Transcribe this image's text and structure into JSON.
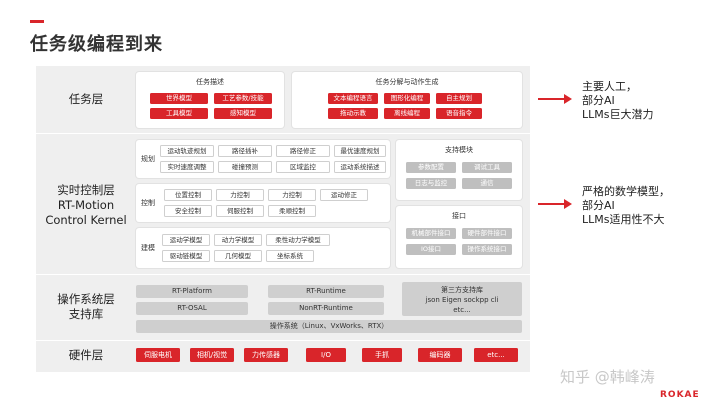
{
  "title": "任务级编程到来",
  "layers": {
    "task": "任务层",
    "realtime": [
      "实时控制层",
      "RT-Motion",
      "Control Kernel"
    ],
    "os": [
      "操作系统层",
      "支持库"
    ],
    "hardware": "硬件层"
  },
  "task_layer": {
    "desc_title": "任务描述",
    "desc_items": [
      "世界模型",
      "工艺参数/技能",
      "工具模型",
      "感知模型"
    ],
    "gen_title": "任务分解与动作生成",
    "gen_items": [
      "文本编程语言",
      "图形化编程",
      "自主规划",
      "拖动示教",
      "离线编程",
      "语音指令"
    ]
  },
  "rt_layer": {
    "plan_label": "规划",
    "plan_row1": [
      "运动轨迹规划",
      "路径插补",
      "路径修正",
      "最优速度规划"
    ],
    "plan_row2": [
      "实时速度调整",
      "碰撞预测",
      "区域监控",
      "运动系统描述"
    ],
    "control_label": "控制",
    "control_row1": [
      "位置控制",
      "力控制",
      "力控制",
      "运动修正"
    ],
    "control_row2": [
      "安全控制",
      "伺服控制",
      "柔顺控制"
    ],
    "model_label": "建模",
    "model_row1": [
      "运动学模型",
      "动力学模型",
      "柔性动力学模型"
    ],
    "model_row2": [
      "驱动链模型",
      "几何模型",
      "坐标系统"
    ],
    "support_title": "支持模块",
    "support_items": [
      "参数配置",
      "调试工具",
      "日志与监控",
      "通信"
    ],
    "iface_title": "接口",
    "iface_items": [
      "机械部件接口",
      "硬件部件接口",
      "IO接口",
      "操作系统接口"
    ]
  },
  "os_layer": {
    "items": [
      "RT-Platform",
      "RT-Runtime",
      "RT-OSAL",
      "NonRT-Runtime"
    ],
    "third_party": [
      "第三方支持库",
      "json Eigen sockpp cli",
      "etc..."
    ],
    "os_bar": "操作系统（Linux、VxWorks、RTX）"
  },
  "hw_layer": {
    "items": [
      "伺服电机",
      "相机/视觉",
      "力传感器",
      "I/O",
      "手抓",
      "编码器",
      "etc..."
    ]
  },
  "notes": {
    "task": [
      "主要人工，",
      "部分AI",
      "LLMs巨大潜力"
    ],
    "rt": [
      "严格的数学模型，",
      "部分AI",
      "LLMs适用性不大"
    ]
  },
  "watermark": "知乎 @韩峰涛",
  "brand": "ROKAE",
  "colors": {
    "accent": "#d9252a",
    "panel": "#efefef",
    "chip_grey": "#bfbfbf"
  }
}
